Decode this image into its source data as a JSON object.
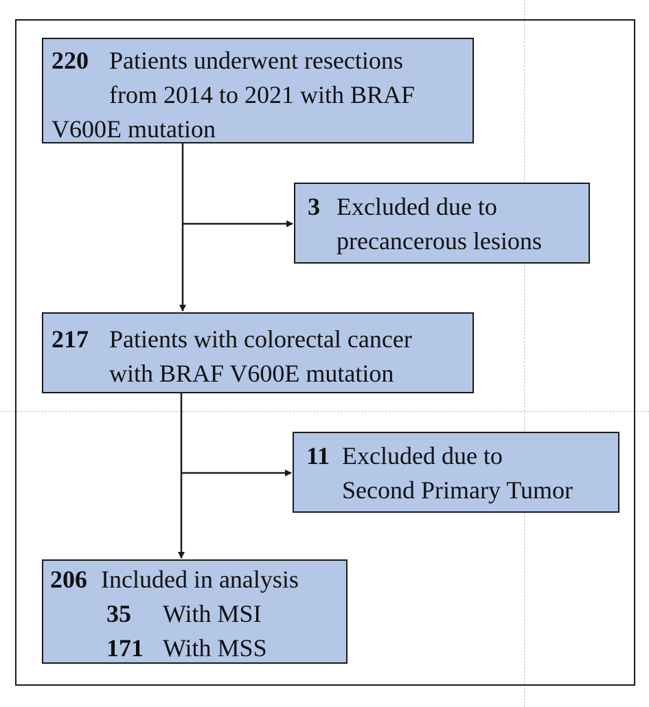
{
  "boxes": {
    "enrolled": {
      "count": "220",
      "line1": "Patients underwent resections",
      "line2": "from 2014 to 2021 with BRAF",
      "line3": "V600E mutation"
    },
    "excluded_precancerous": {
      "count": "3",
      "line1": "Excluded due to",
      "line2": "precancerous lesions"
    },
    "crc": {
      "count": "217",
      "line1": "Patients with colorectal cancer",
      "line2": "with BRAF V600E mutation"
    },
    "excluded_second_primary": {
      "count": "11",
      "line1": "Excluded due to",
      "line2": "Second Primary Tumor"
    },
    "analysis": {
      "count": "206",
      "line1": "Included in analysis",
      "msi_count": "35",
      "msi_label": "With MSI",
      "mss_count": "171",
      "mss_label": "With MSS"
    }
  },
  "colors": {
    "box_fill": "#b4c7e7",
    "border": "#1a1a1a",
    "guide": "#bdbdbd"
  }
}
